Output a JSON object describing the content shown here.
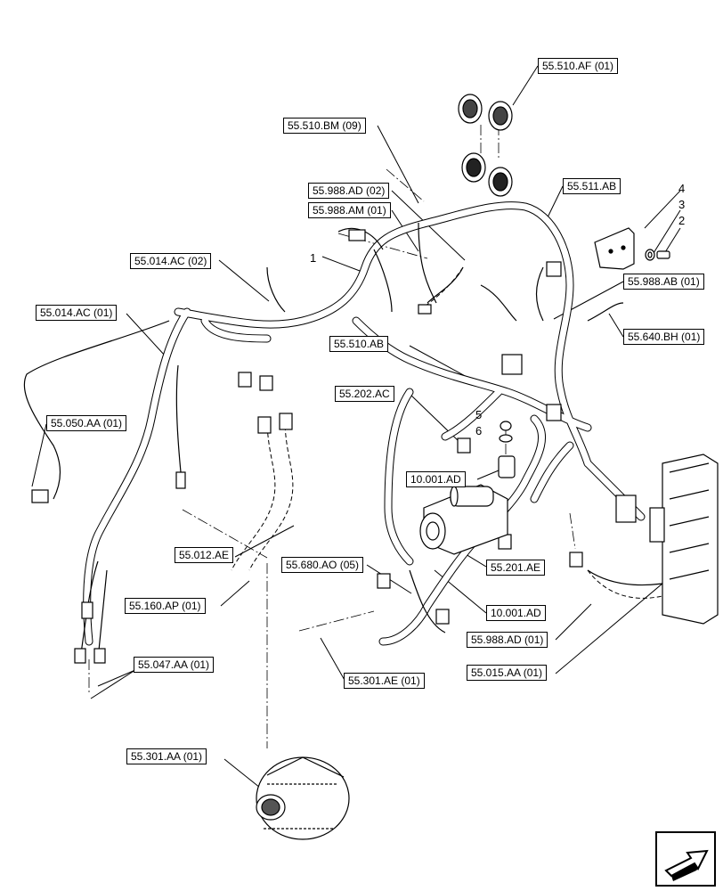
{
  "callouts": {
    "c1": "55.510.AF (01)",
    "c2": "55.510.BM (09)",
    "c3": "55.511.AB",
    "c4": "55.988.AD (02)",
    "c5": "55.988.AM (01)",
    "c6": "55.014.AC (02)",
    "c7": "55.014.AC (01)",
    "c8": "55.988.AB (01)",
    "c9": "55.640.BH (01)",
    "c10": "55.510.AB",
    "c11": "55.202.AC",
    "c12": "55.050.AA (01)",
    "c13": "10.001.AD",
    "c14": "55.012.AE",
    "c15": "55.680.AO (05)",
    "c16": "55.201.AE",
    "c17": "55.160.AP (01)",
    "c18": "10.001.AD",
    "c19": "55.988.AD (01)",
    "c20": "55.047.AA (01)",
    "c21": "55.301.AE (01)",
    "c22": "55.015.AA (01)",
    "c23": "55.301.AA (01)"
  },
  "item_numbers": {
    "n1": "1",
    "n2": "2",
    "n3": "3",
    "n4": "4",
    "n5": "5",
    "n6": "6"
  },
  "icons": {
    "nav": "next-page-arrow-icon"
  }
}
